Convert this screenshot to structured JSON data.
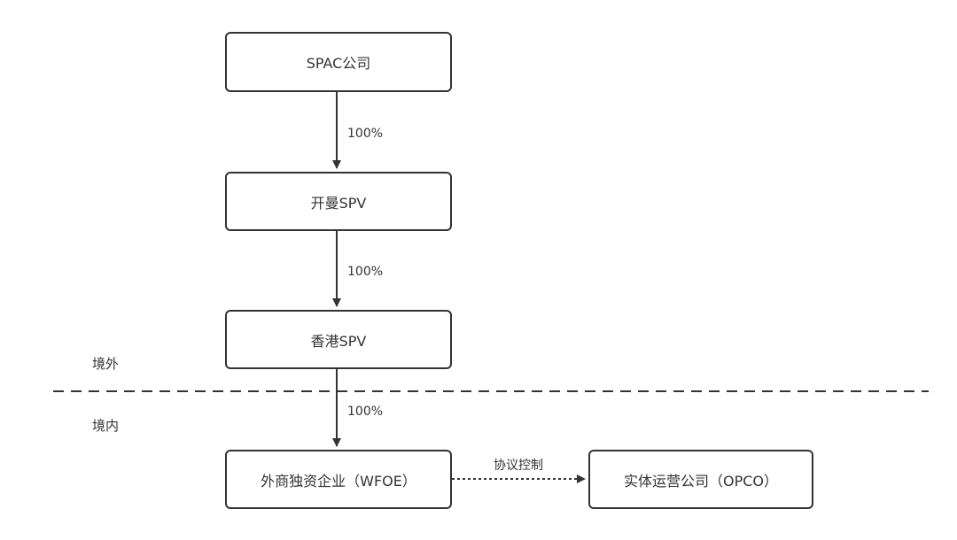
{
  "nodes": {
    "spac": "SPAC公司",
    "cayman_spv": "开曼SPV",
    "hk_spv": "香港SPV",
    "wfoe": "外商独资企业（WFOE）",
    "opco": "实体运营公司（OPCO）"
  },
  "edges": {
    "spac_to_cayman": "100%",
    "cayman_to_hk": "100%",
    "hk_to_wfoe": "100%",
    "wfoe_to_opco": "协议控制"
  },
  "regions": {
    "offshore": "境外",
    "onshore": "境内"
  },
  "colors": {
    "stroke": "#333333",
    "background": "#ffffff"
  }
}
